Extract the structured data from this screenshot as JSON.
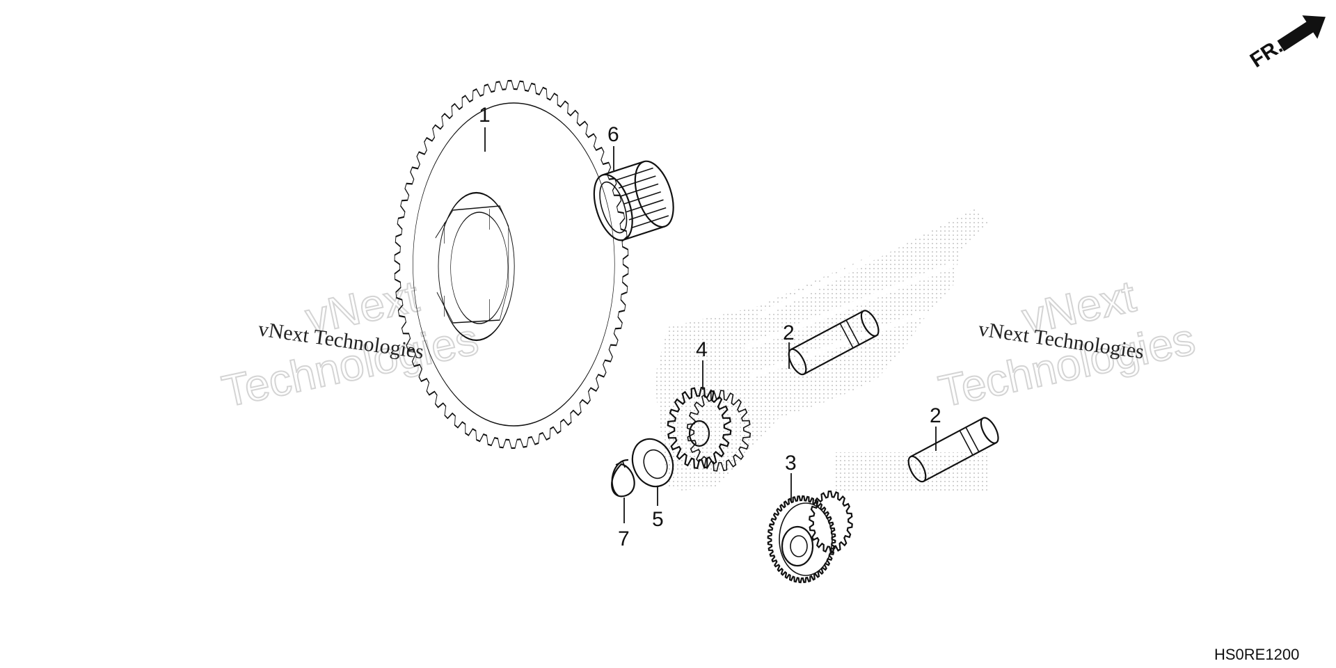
{
  "diagram": {
    "callouts": [
      {
        "id": "1",
        "label": "1"
      },
      {
        "id": "2a",
        "label": "2"
      },
      {
        "id": "2b",
        "label": "2"
      },
      {
        "id": "3",
        "label": "3"
      },
      {
        "id": "4",
        "label": "4"
      },
      {
        "id": "5",
        "label": "5"
      },
      {
        "id": "6",
        "label": "6"
      },
      {
        "id": "7",
        "label": "7"
      }
    ],
    "front_arrow_label": "FR.",
    "diagram_code": "HS0RE1200",
    "watermark": {
      "small_text": "vNext Technologies",
      "big_line1": "vNext",
      "big_line2": "Technologies"
    },
    "colors": {
      "ink": "#111111",
      "watermark_outline": "#d4d4d4",
      "dot_pattern": "#bdbdbd"
    },
    "icons": [
      "front-direction-arrow-icon"
    ]
  }
}
